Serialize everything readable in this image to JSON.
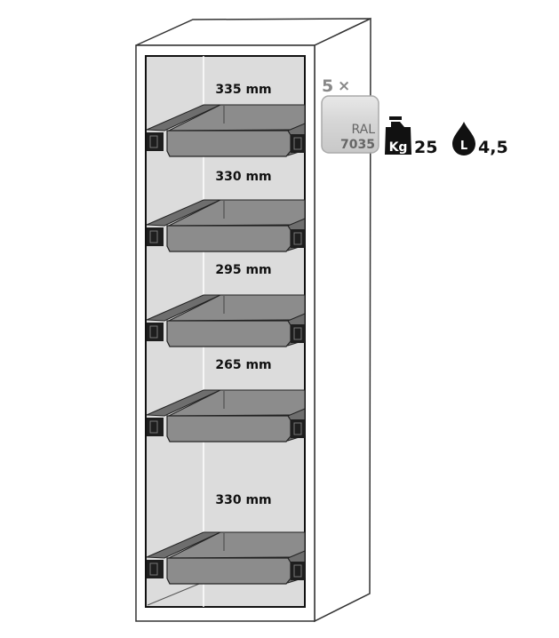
{
  "product": {
    "compartment_heights": [
      "335 mm",
      "330 mm",
      "295 mm",
      "265 mm",
      "330 mm"
    ],
    "shelf_count_label": "5",
    "shelf_count_symbol": "×",
    "color_swatch": {
      "line1": "RAL",
      "line2": "7035",
      "color": "#d4d4d4"
    },
    "load_capacity": {
      "icon_text": "Kg",
      "value": "25"
    },
    "sump_volume": {
      "icon_text": "L",
      "value": "4,5"
    }
  },
  "colors": {
    "interior": "#dcdcdc",
    "shelf": "#8c8c8c",
    "shelf_dark": "#6e6e6e",
    "bracket": "#1e1e1e"
  }
}
